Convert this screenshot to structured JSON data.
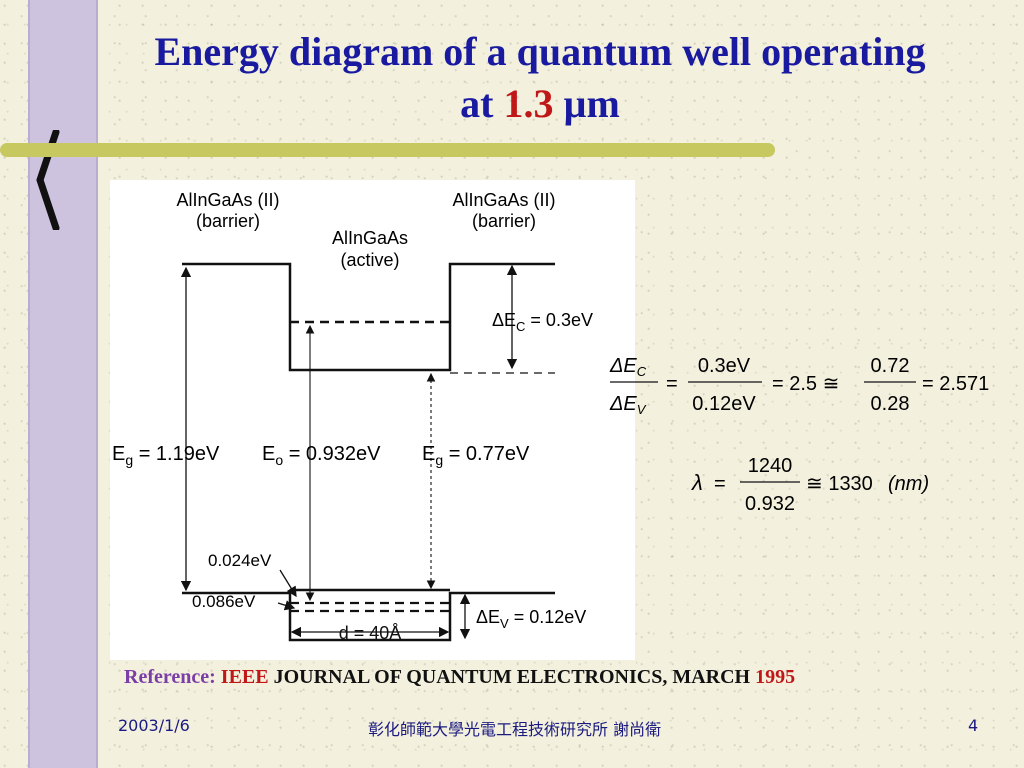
{
  "slide": {
    "title_line1": "Energy diagram of a quantum well operating",
    "title_prefix": "at ",
    "title_value": "1.3",
    "title_unit": "µm",
    "reference_label": "Reference: ",
    "reference_ieee": "IEEE",
    "reference_journal": " JOURNAL OF QUANTUM ELECTRONICS, MARCH ",
    "reference_year": "1995",
    "footer_date": "2003/1/6",
    "footer_center": "彰化師範大學光電工程技術研究所  謝尚衛",
    "footer_page": "4"
  },
  "diagram": {
    "barrier_left_line1": "AlInGaAs (II)",
    "barrier_left_line2": "(barrier)",
    "barrier_right_line1": "AlInGaAs (II)",
    "barrier_right_line2": "(barrier)",
    "active_line1": "AlInGaAs",
    "active_line2": "(active)",
    "delta_ec_label": "ΔE",
    "delta_ec_sub": "C",
    "delta_ec_value": " = 0.3eV",
    "eg_barrier_label": "E",
    "eg_barrier_sub": "g",
    "eg_barrier_value": " = 1.19eV",
    "eo_label": "E",
    "eo_sub": "o",
    "eo_value": " = 0.932eV",
    "eg_well_label": "E",
    "eg_well_sub": "g",
    "eg_well_value": " = 0.77eV",
    "hh_level": "0.024eV",
    "lh_level": "0.086eV",
    "well_width": "d = 40Å",
    "delta_ev_label": "ΔE",
    "delta_ev_sub": "V",
    "delta_ev_value": " = 0.12eV"
  },
  "formula": {
    "ratio_num_sym": "ΔE",
    "ratio_num_sub": "C",
    "ratio_den_sym": "ΔE",
    "ratio_den_sub": "V",
    "frac1_num": "0.3eV",
    "frac1_den": "0.12eV",
    "eq_val1": "= 2.5 ≅",
    "frac2_num": "0.72",
    "frac2_den": "0.28",
    "eq_val2": "= 2.571",
    "lambda": "λ",
    "frac3_num": "1240",
    "frac3_den": "0.932",
    "lambda_result": "≅ 1330",
    "lambda_unit": "(nm)"
  }
}
